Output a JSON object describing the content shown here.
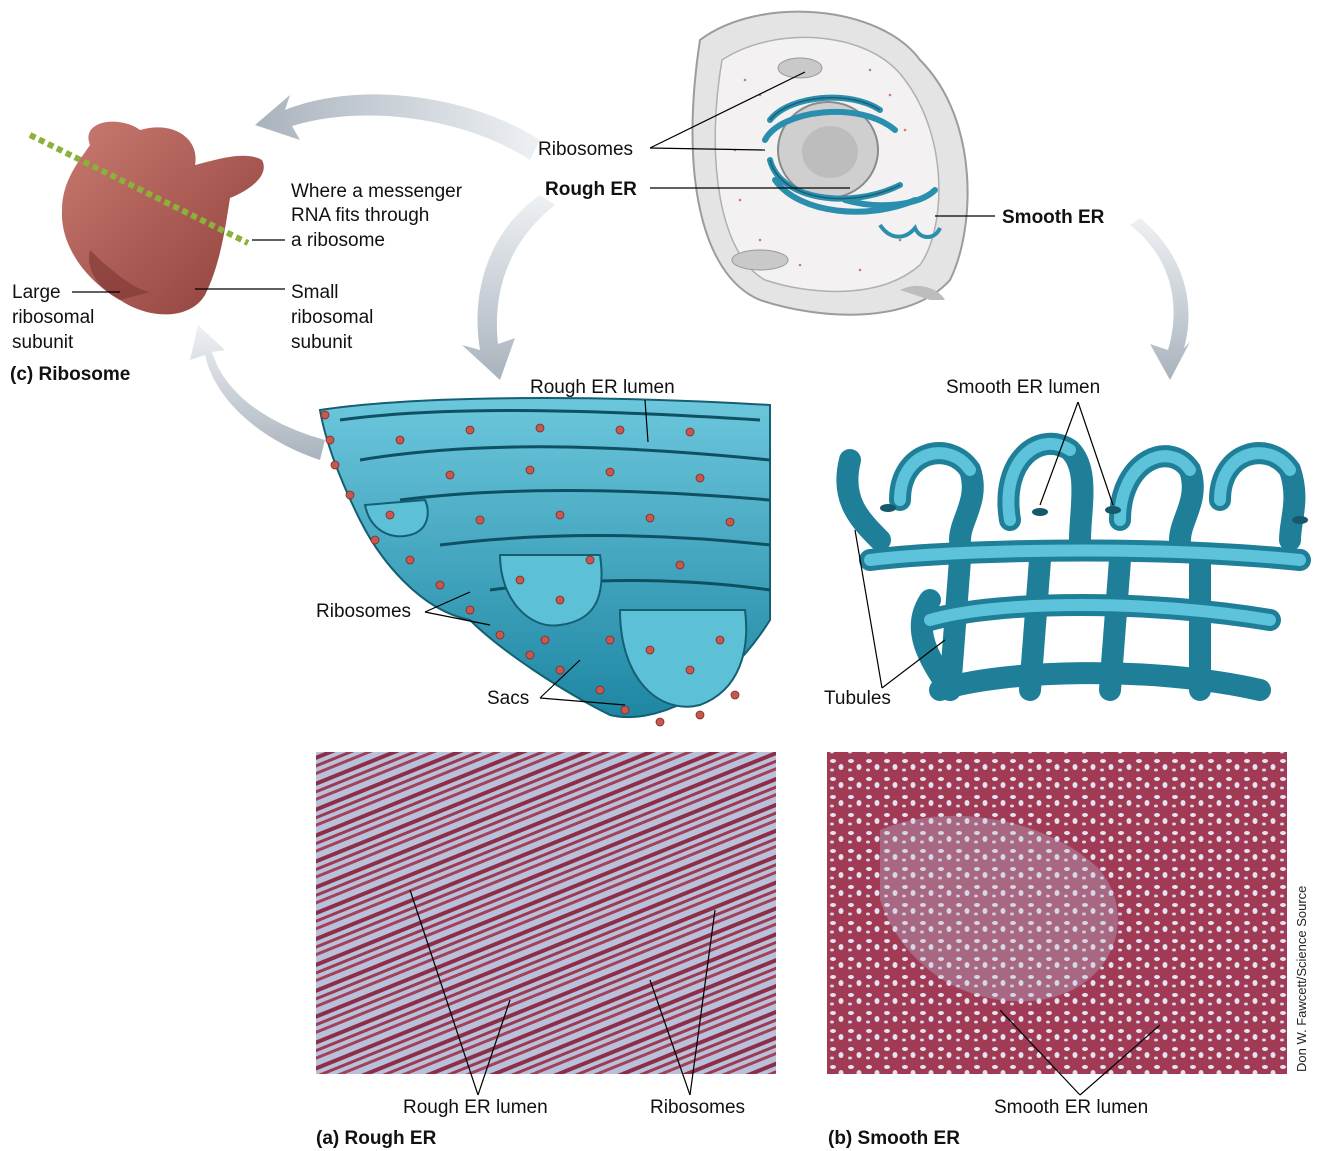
{
  "labels": {
    "cell_ribosomes": "Ribosomes",
    "cell_rough_er": "Rough ER",
    "cell_smooth_er": "Smooth ER",
    "mrna_note_line1": "Where a messenger",
    "mrna_note_line2": "RNA fits through",
    "mrna_note_line3": "a ribosome",
    "large_subunit_1": "Large",
    "large_subunit_2": "ribosomal",
    "large_subunit_3": "subunit",
    "small_subunit_1": "Small",
    "small_subunit_2": "ribosomal",
    "small_subunit_3": "subunit",
    "ribosome_caption": "(c)  Ribosome",
    "rough_er_lumen_top": "Rough ER lumen",
    "smooth_er_lumen_top": "Smooth ER lumen",
    "rough_ribosomes": "Ribosomes",
    "sacs": "Sacs",
    "tubules": "Tubules",
    "rough_er_lumen_bottom": "Rough ER lumen",
    "micro_ribosomes": "Ribosomes",
    "smooth_er_lumen_bottom": "Smooth ER lumen",
    "caption_a": "(a)  Rough ER",
    "caption_b": "(b)  Smooth ER",
    "credit": "Don W. Fawcett/Science Source"
  },
  "colors": {
    "er_blue": "#3aa6bf",
    "er_dark": "#1f6f86",
    "ribosome_red": "#c6584e",
    "cell_gray": "#d4d4d4",
    "micro_red": "#9b3a52",
    "micro_bg": "#b9c3dc",
    "arrow_gray": "#b7c0c9"
  }
}
